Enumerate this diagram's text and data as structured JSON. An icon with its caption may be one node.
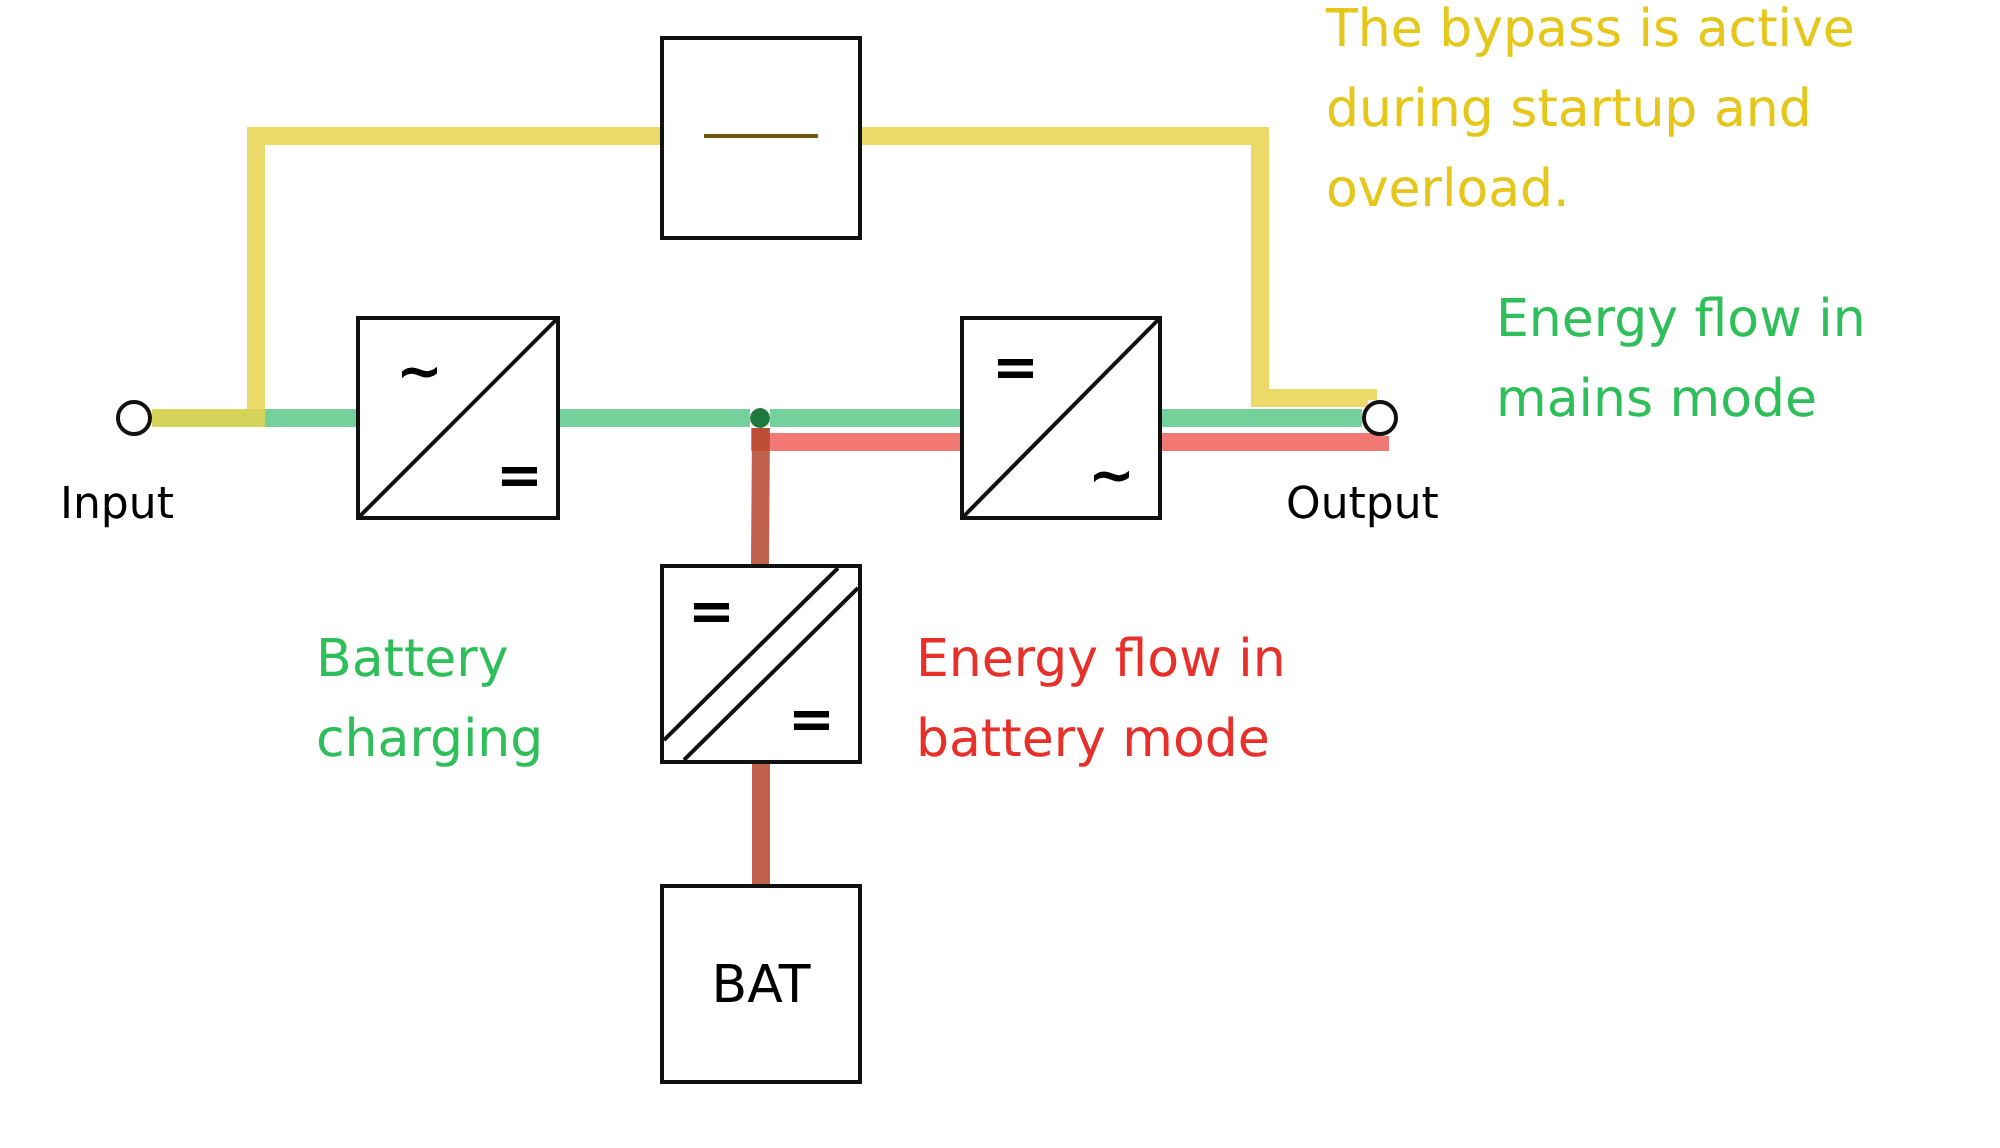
{
  "diagram": {
    "nodes": [
      {
        "text": [],
        "shape": "circle",
        "beside": [
          "Input"
        ]
      },
      {
        "text": [
          "~",
          "="
        ]
      },
      {
        "text": [],
        "shape": "box"
      },
      {
        "text": [
          "=",
          "~"
        ]
      },
      {
        "text": [],
        "shape": "circle",
        "beside": [
          "Output"
        ]
      },
      {
        "text": [],
        "shape": "circle"
      },
      {
        "text": [
          "=",
          "="
        ]
      },
      {
        "text": [
          "BAT"
        ]
      }
    ],
    "edges": [
      {
        "from": 0,
        "to": 1,
        "arrow": "none"
      },
      {
        "from": 1,
        "to": 5,
        "arrow": "none"
      },
      {
        "from": 5,
        "to": 3,
        "arrow": "none"
      },
      {
        "from": 3,
        "to": 4,
        "arrow": "none"
      },
      {
        "from": 5,
        "to": 3,
        "arrow": "none",
        "color": "#f0605a"
      },
      {
        "from": 3,
        "to": 4,
        "arrow": "none",
        "color": "#f0605a"
      },
      {
        "from": 0,
        "to": 2,
        "arrow": "none",
        "color": "#e8d44d"
      },
      {
        "from": 2,
        "to": 4,
        "arrow": "none",
        "color": "#e8d44d"
      },
      {
        "from": 5,
        "to": 6,
        "arrow": "none",
        "color": "#b5452e"
      },
      {
        "from": 6,
        "to": 7,
        "arrow": "none",
        "color": "#b5452e"
      }
    ],
    "labels": [
      "The bypass is active during startup and overload.",
      "Energy flow in mains mode",
      "Battery charging",
      "Energy flow in battery mode"
    ]
  }
}
